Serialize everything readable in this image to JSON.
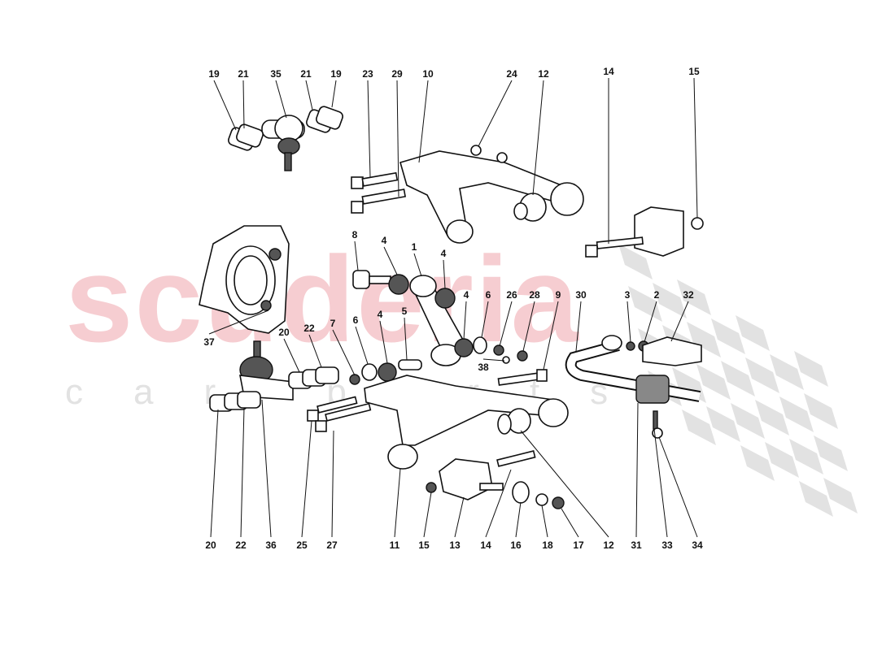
{
  "watermark": {
    "brand": "scuderia",
    "sub": "car parts",
    "brand_color": "#f6cdd1",
    "flag_color": "#e2e2e2"
  },
  "callouts": [
    "19",
    "21",
    "35",
    "21",
    "19",
    "23",
    "29",
    "10",
    "24",
    "12",
    "14",
    "15",
    "8",
    "4",
    "1",
    "4",
    "4",
    "6",
    "26",
    "28",
    "9",
    "30",
    "3",
    "2",
    "32",
    "37",
    "20",
    "22",
    "7",
    "6",
    "4",
    "5",
    "38",
    "20",
    "22",
    "36",
    "25",
    "27",
    "11",
    "15",
    "13",
    "14",
    "16",
    "18",
    "17",
    "12",
    "31",
    "33",
    "34"
  ]
}
